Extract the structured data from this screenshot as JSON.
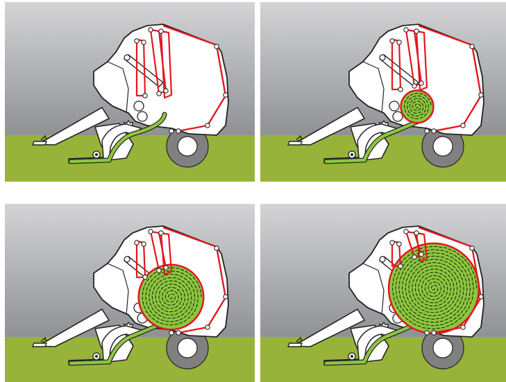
{
  "figure": {
    "panel_count": 4,
    "layout": "2x2 grid",
    "colors": {
      "sky_top": "#d4d4d6",
      "sky_bottom": "#8f9195",
      "ground": "#98b33a",
      "machine_fill": "#ffffff",
      "outline": "#222222",
      "belt": "#e3171f",
      "bale": "#8dc63f",
      "bale_swirl": "#1a2a10",
      "wheel": "#808080"
    }
  },
  "panels": [
    {
      "stage": 1,
      "bale_fill": 0.0
    },
    {
      "stage": 2,
      "bale_fill": 0.2
    },
    {
      "stage": 3,
      "bale_fill": 0.65
    },
    {
      "stage": 4,
      "bale_fill": 1.0
    }
  ]
}
